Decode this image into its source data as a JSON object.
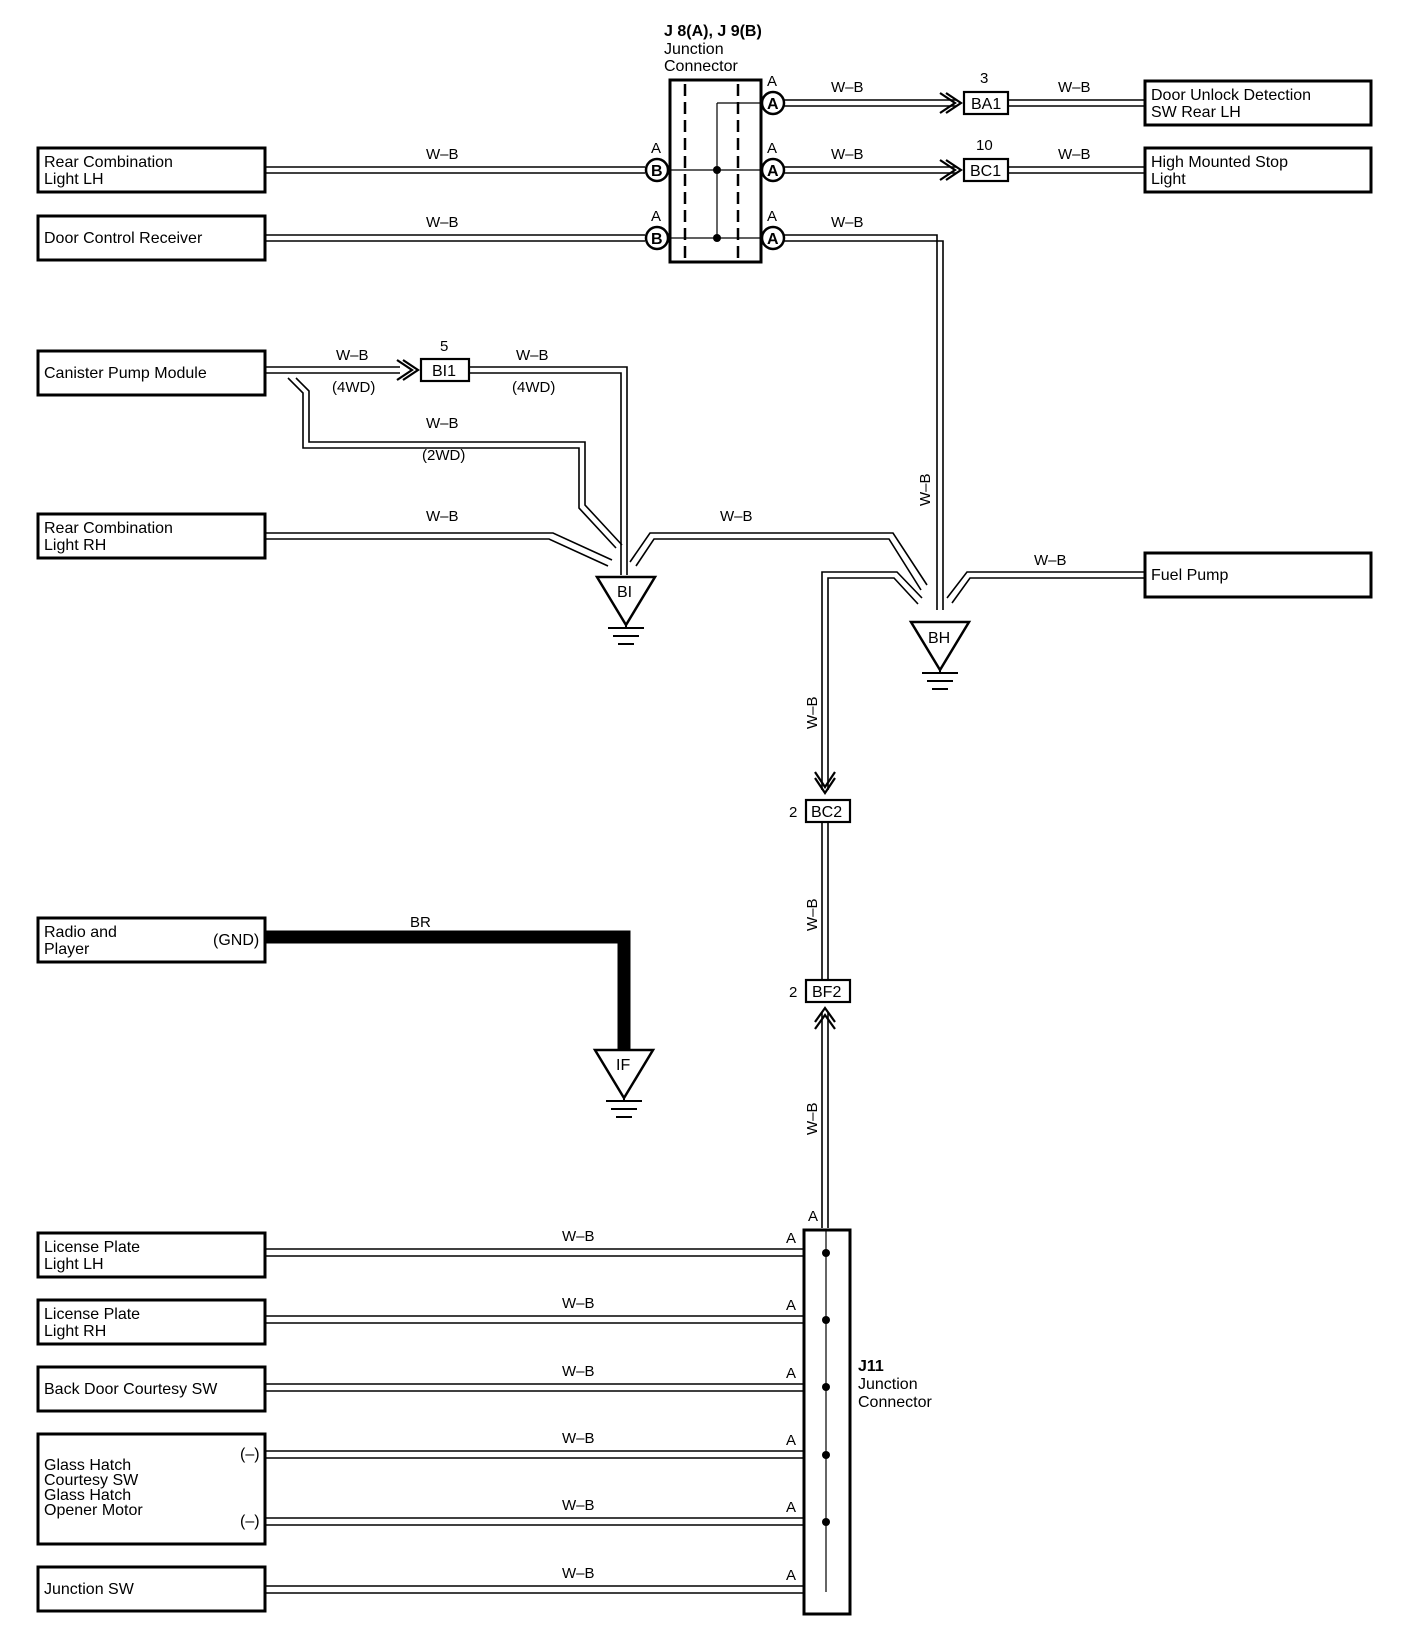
{
  "junction_j8_j9": {
    "title": "J 8(A), J 9(B)",
    "subtitle_line1": "Junction",
    "subtitle_line2": "Connector",
    "pin_a": "A",
    "pin_b": "B"
  },
  "junction_j11": {
    "title": "J11",
    "subtitle_line1": "Junction",
    "subtitle_line2": "Connector",
    "pin": "A"
  },
  "components": {
    "rear_combo_lh": [
      "Rear Combination",
      "Light LH"
    ],
    "door_control_receiver": [
      "Door Control Receiver"
    ],
    "door_unlock_detection": [
      "Door Unlock Detection",
      "SW Rear LH"
    ],
    "high_mounted_stop": [
      "High Mounted Stop",
      "Light"
    ],
    "canister_pump": [
      "Canister Pump Module"
    ],
    "rear_combo_rh": [
      "Rear Combination",
      "Light RH"
    ],
    "fuel_pump": [
      "Fuel Pump"
    ],
    "radio_player": [
      "Radio and",
      "Player"
    ],
    "radio_gnd": "(GND)",
    "license_plate_lh": [
      "License Plate",
      "Light LH"
    ],
    "license_plate_rh": [
      "License Plate",
      "Light RH"
    ],
    "back_door_courtesy": [
      "Back Door Courtesy SW"
    ],
    "glass_hatch": [
      "Glass Hatch",
      "Courtesy SW",
      "Glass Hatch",
      "Opener Motor"
    ],
    "glass_hatch_pin": "(–)",
    "junction_sw": [
      "Junction SW"
    ]
  },
  "connectors": {
    "ba1": {
      "name": "BA1",
      "pin": "3"
    },
    "bc1": {
      "name": "BC1",
      "pin": "10"
    },
    "bi1": {
      "name": "BI1",
      "pin": "5"
    },
    "bc2": {
      "name": "BC2",
      "pin": "2"
    },
    "bf2": {
      "name": "BF2",
      "pin": "2"
    }
  },
  "grounds": {
    "bi": "BI",
    "bh": "BH",
    "if": "IF"
  },
  "wires": {
    "wb": "W–B",
    "br": "BR",
    "wd4": "(4WD)",
    "wd2": "(2WD)"
  }
}
